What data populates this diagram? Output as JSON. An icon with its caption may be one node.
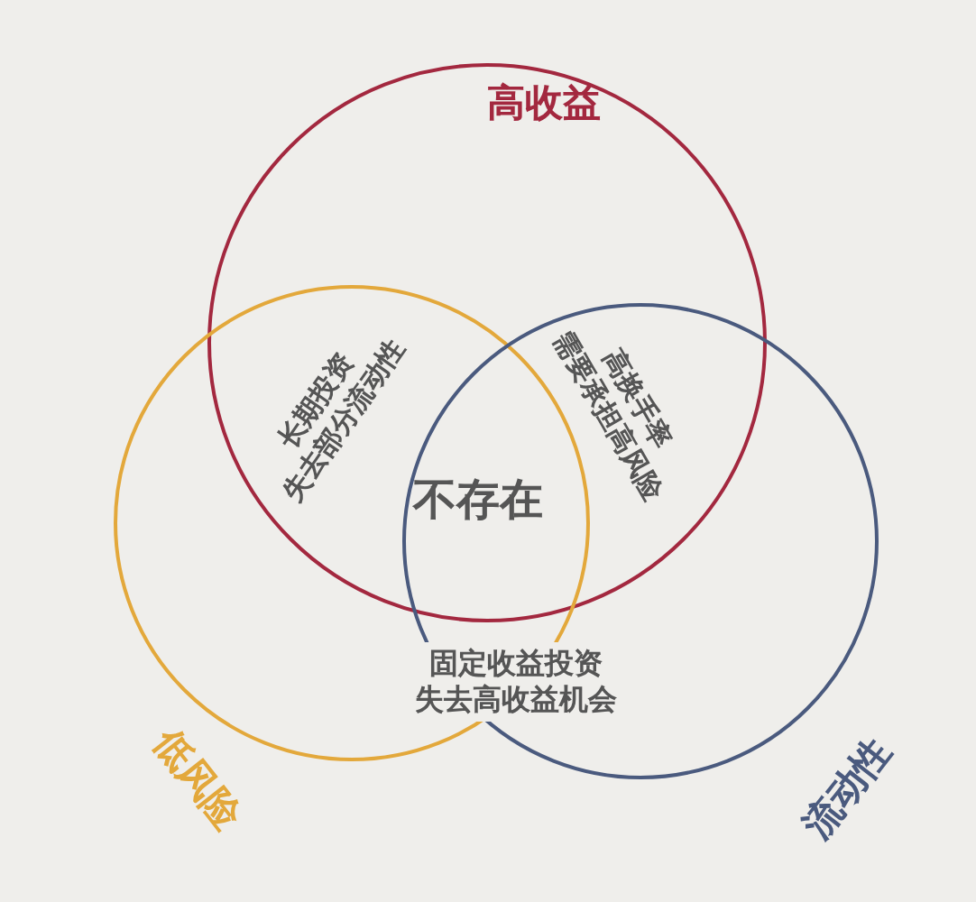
{
  "diagram": {
    "nodes": [
      {
        "text": [
          "高收益"
        ]
      },
      {
        "text": [
          "低风险"
        ]
      },
      {
        "text": [
          "流动性"
        ]
      }
    ],
    "labels": [
      "长期投资失去部分流动性",
      "高换手率需要承担高风险",
      "不存在",
      "固定收益投资失去高收益机会"
    ]
  }
}
